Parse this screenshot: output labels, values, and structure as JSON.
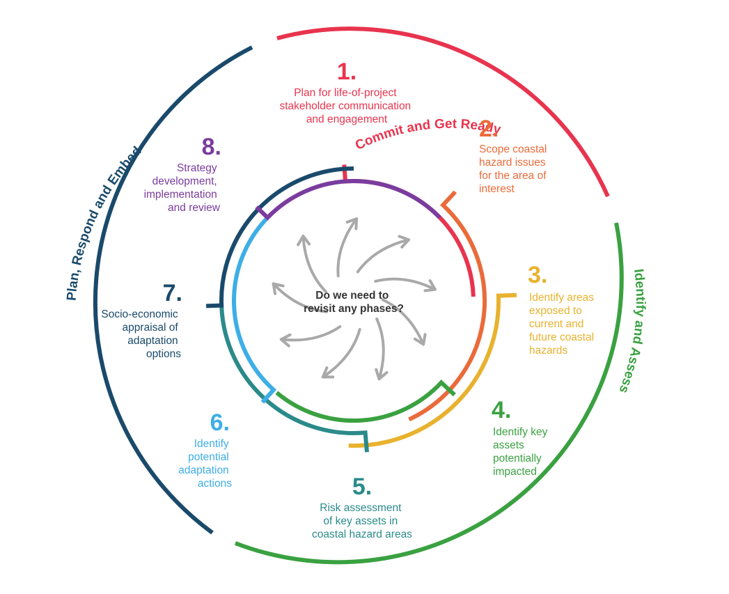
{
  "colors": {
    "commit": "#e8344e",
    "identify": "#3aa141",
    "plan": "#1a4a6b",
    "step1": "#e8344e",
    "step2": "#ea6b3a",
    "step3": "#e8b22e",
    "step4": "#3aa141",
    "step5": "#2b8a8a",
    "step6": "#3eaee6",
    "step7": "#1a4a6b",
    "step8": "#7a3c9e",
    "arrows": "#a9a9a9"
  },
  "phases": {
    "commit": "Commit and Get Ready",
    "identify": "Identify and Assess",
    "plan": "Plan, Respond and Embed"
  },
  "center_question": [
    "Do we need to",
    "revisit any phases?"
  ],
  "steps": [
    {
      "number": "1.",
      "lines": [
        "Plan for life-of-project",
        "stakeholder communication",
        "and engagement"
      ]
    },
    {
      "number": "2.",
      "lines": [
        "Scope coastal",
        "hazard issues",
        "for the area of",
        "interest"
      ]
    },
    {
      "number": "3.",
      "lines": [
        "Identify areas",
        "exposed to",
        "current and",
        "future coastal",
        "hazards"
      ]
    },
    {
      "number": "4.",
      "lines": [
        "Identify key",
        "assets",
        "potentially",
        "impacted"
      ]
    },
    {
      "number": "5.",
      "lines": [
        "Risk assessment",
        "of key assets in",
        "coastal hazard areas"
      ]
    },
    {
      "number": "6.",
      "lines": [
        "Identify",
        "potential",
        "adaptation",
        "actions"
      ]
    },
    {
      "number": "7.",
      "lines": [
        "Socio-economic",
        "appraisal of",
        "adaptation",
        "options"
      ]
    },
    {
      "number": "8.",
      "lines": [
        "Strategy",
        "development,",
        "implementation",
        "and review"
      ]
    }
  ]
}
